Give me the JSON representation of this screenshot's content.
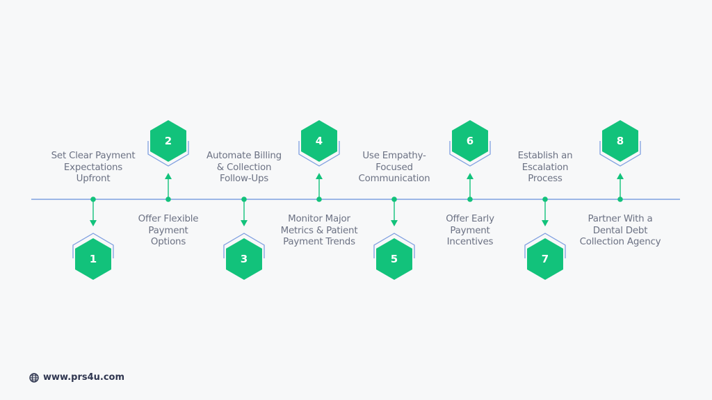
{
  "colors": {
    "background": "#f7f8f9",
    "accent_green": "#12c27b",
    "timeline_blue": "#7f9fe0",
    "text_gray": "#6b7183",
    "footer_text": "#2f3650"
  },
  "steps": [
    {
      "number": "1",
      "lines": [
        "Set Clear Payment",
        "Expectations",
        "Upfront"
      ],
      "hex_position": "below",
      "label_position": "above"
    },
    {
      "number": "2",
      "lines": [
        "Offer Flexible",
        "Payment",
        "Options"
      ],
      "hex_position": "above",
      "label_position": "below"
    },
    {
      "number": "3",
      "lines": [
        "Automate Billing",
        "& Collection",
        "Follow-Ups"
      ],
      "hex_position": "below",
      "label_position": "above"
    },
    {
      "number": "4",
      "lines": [
        "Monitor Major",
        "Metrics & Patient",
        "Payment Trends"
      ],
      "hex_position": "above",
      "label_position": "below"
    },
    {
      "number": "5",
      "lines": [
        "Use Empathy-",
        "Focused",
        "Communication"
      ],
      "hex_position": "below",
      "label_position": "above"
    },
    {
      "number": "6",
      "lines": [
        "Offer Early",
        "Payment",
        "Incentives"
      ],
      "hex_position": "above",
      "label_position": "below"
    },
    {
      "number": "7",
      "lines": [
        "Establish an",
        "Escalation",
        "Process"
      ],
      "hex_position": "below",
      "label_position": "above"
    },
    {
      "number": "8",
      "lines": [
        "Partner With a",
        "Dental Debt",
        "Collection Agency"
      ],
      "hex_position": "above",
      "label_position": "below"
    }
  ],
  "footer": {
    "icon": "globe-icon",
    "website": "www.prs4u.com"
  }
}
